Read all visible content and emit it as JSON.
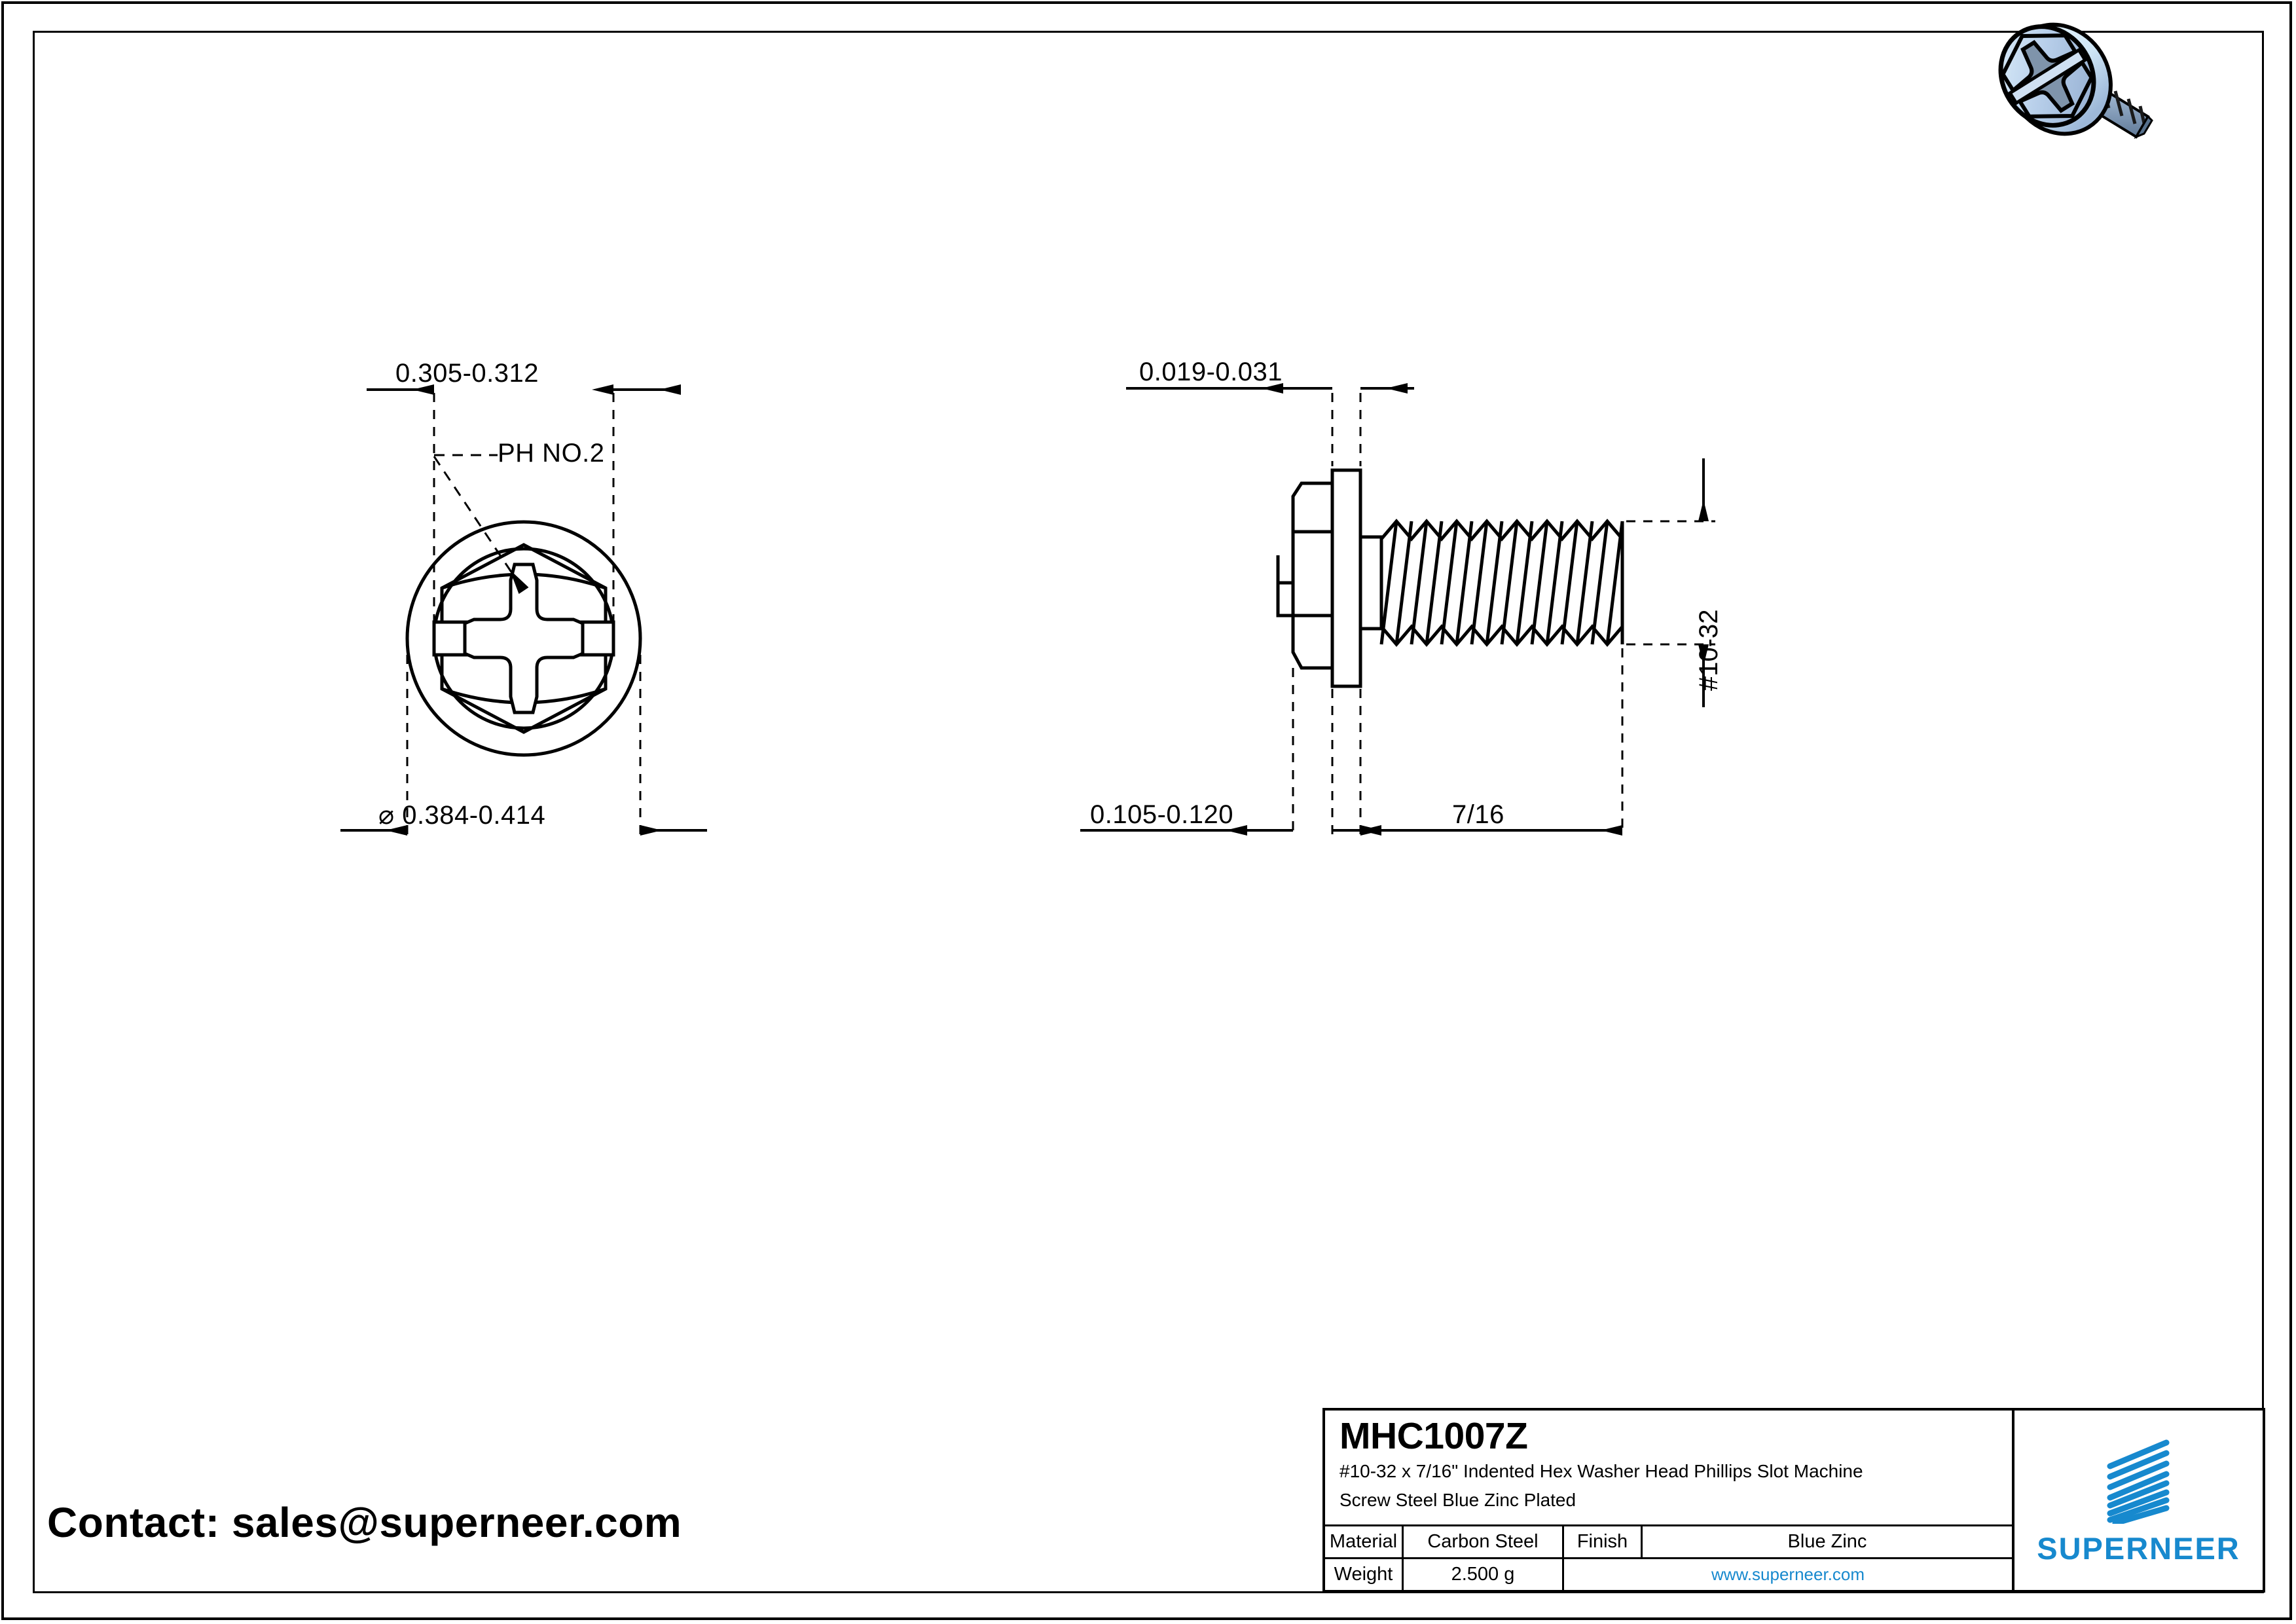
{
  "sheet": {
    "title_block": {
      "part_number": "MHC1007Z",
      "description_line1": "#10-32 x 7/16\" Indented Hex Washer Head Phillips Slot  Machine",
      "description_line2": "Screw Steel Blue Zinc Plated",
      "rows": [
        {
          "label": "Material",
          "value": "Carbon Steel",
          "label2": "Finish",
          "value2": "Blue Zinc"
        },
        {
          "label": "Weight",
          "value": "2.500 g",
          "link": "www.superneer.com"
        }
      ],
      "brand": "SUPERNEER",
      "brand_color": "#1789CE"
    },
    "contact": "Contact: sales@superneer.com"
  },
  "drawing": {
    "front_view": {
      "dim_across_flats": "0.305-0.312",
      "recess_callout": "PH NO.2",
      "dim_washer_diameter": "⌀ 0.384-0.414"
    },
    "side_view": {
      "dim_washer_thickness": "0.019-0.031",
      "dim_head_height": "0.105-0.120",
      "dim_length": "7/16",
      "dim_thread": "#10-32"
    }
  }
}
